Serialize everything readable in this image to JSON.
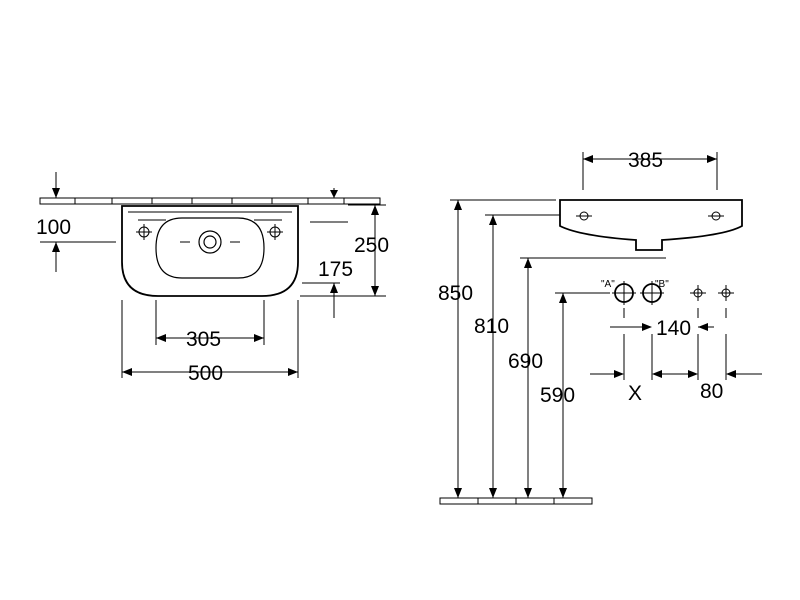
{
  "dims": {
    "width_385": "385",
    "width_500": "500",
    "width_305": "305",
    "depth_250": "250",
    "depth_175": "175",
    "depth_100": "100",
    "height_850": "850",
    "height_810": "810",
    "height_690": "690",
    "height_590": "590",
    "spacing_140": "140",
    "spacing_80": "80",
    "x_label": "X",
    "label_a": "\"A\"",
    "label_b": "\"B\""
  }
}
